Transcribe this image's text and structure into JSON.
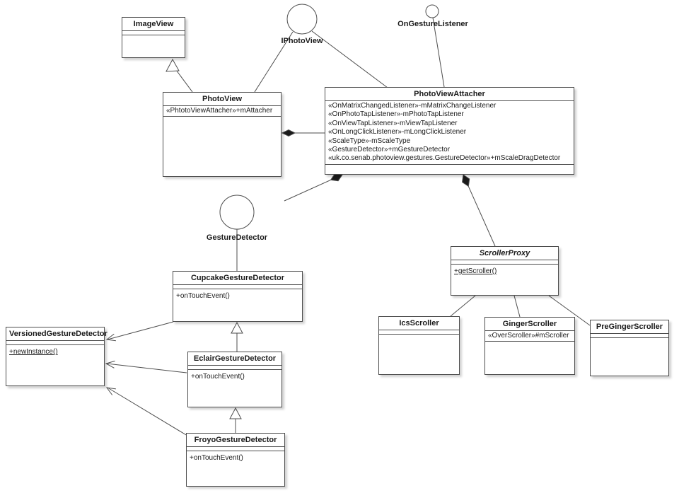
{
  "classes": {
    "imageview": {
      "name": "ImageView"
    },
    "photoview": {
      "name": "PhotoView",
      "attrs": [
        "«PhtotoViewAttacher»+mAttacher"
      ]
    },
    "attacher": {
      "name": "PhotoViewAttacher",
      "attrs": [
        "«OnMatrixChangedListener»-mMatrixChangeListener",
        "«OnPhotoTapListener»-mPhotoTapListener",
        "«OnViewTapListener»-mViewTapListener",
        "«OnLongClickListener»-mLongClickListener",
        "«ScaleType»-mScaleType",
        "«GestureDetector»+mGestureDetector",
        "«uk.co.senab.photoview.gestures.GestureDetector»+mScaleDragDetector"
      ]
    },
    "cupcake": {
      "name": "CupcakeGestureDetector",
      "methods": [
        "+onTouchEvent()"
      ]
    },
    "versioned": {
      "name": "VersionedGestureDetector",
      "methods": [
        "+newInstance()"
      ]
    },
    "eclair": {
      "name": "EclairGestureDetector",
      "methods": [
        "+onTouchEvent()"
      ]
    },
    "froyo": {
      "name": "FroyoGestureDetector",
      "methods": [
        "+onTouchEvent()"
      ]
    },
    "scrollerproxy": {
      "name": "ScrollerProxy",
      "methods": [
        "+getScroller()"
      ]
    },
    "icsscroller": {
      "name": "IcsScroller"
    },
    "gingerscroller": {
      "name": "GingerScroller",
      "attrs": [
        "«OverScroller»#mScroller"
      ]
    },
    "pregingerscroller": {
      "name": "PreGingerScroller"
    }
  },
  "interfaces": {
    "iphotoview": {
      "label": "IPhotoView"
    },
    "ongesturelistener": {
      "label": "OnGestureListener"
    },
    "gesturedetector": {
      "label": "GestureDetector"
    }
  },
  "colors": {
    "line": "#4d4d4d",
    "box_border": "#4d4d4d",
    "box_fill": "#ffffff",
    "text": "#1a1a1a",
    "diamond_fill": "#1a1a1a"
  }
}
